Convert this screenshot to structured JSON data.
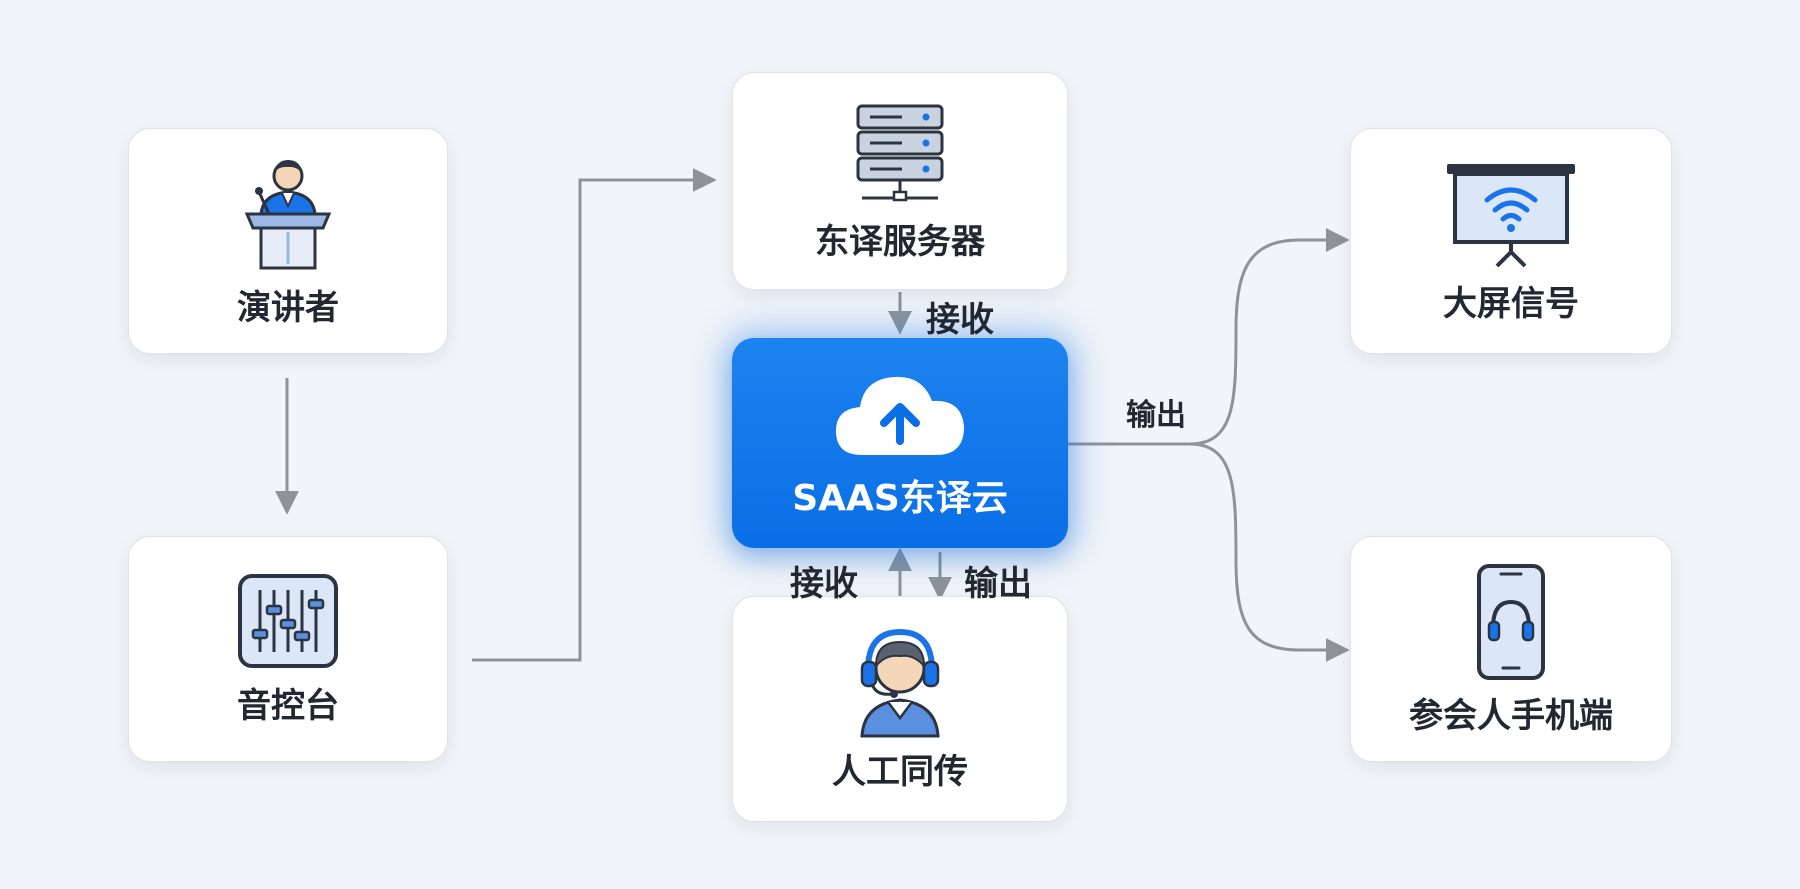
{
  "nodes": {
    "speaker": {
      "label": "演讲者",
      "icon": "speaker-at-podium-icon"
    },
    "console": {
      "label": "音控台",
      "icon": "mixer-sliders-icon"
    },
    "server": {
      "label": "东译服务器",
      "icon": "server-rack-icon"
    },
    "cloud": {
      "label": "SAAS东译云",
      "icon": "cloud-upload-icon"
    },
    "interpreter": {
      "label": "人工同传",
      "icon": "headset-operator-icon"
    },
    "screen": {
      "label": "大屏信号",
      "icon": "projector-screen-wifi-icon"
    },
    "mobile": {
      "label": "参会人手机端",
      "icon": "phone-headphones-icon"
    }
  },
  "edge_labels": {
    "server_to_cloud": "接收",
    "interpreter_to_cloud": "接收",
    "cloud_to_interpreter": "输出",
    "cloud_to_outputs": "输出"
  },
  "colors": {
    "background": "#f1f4f8",
    "node_fill": "#ffffff",
    "cloud_fill": "#0a6ee6",
    "connector": "#8e9399",
    "icon_accent": "#1a73e8",
    "icon_dark": "#2b3440"
  }
}
